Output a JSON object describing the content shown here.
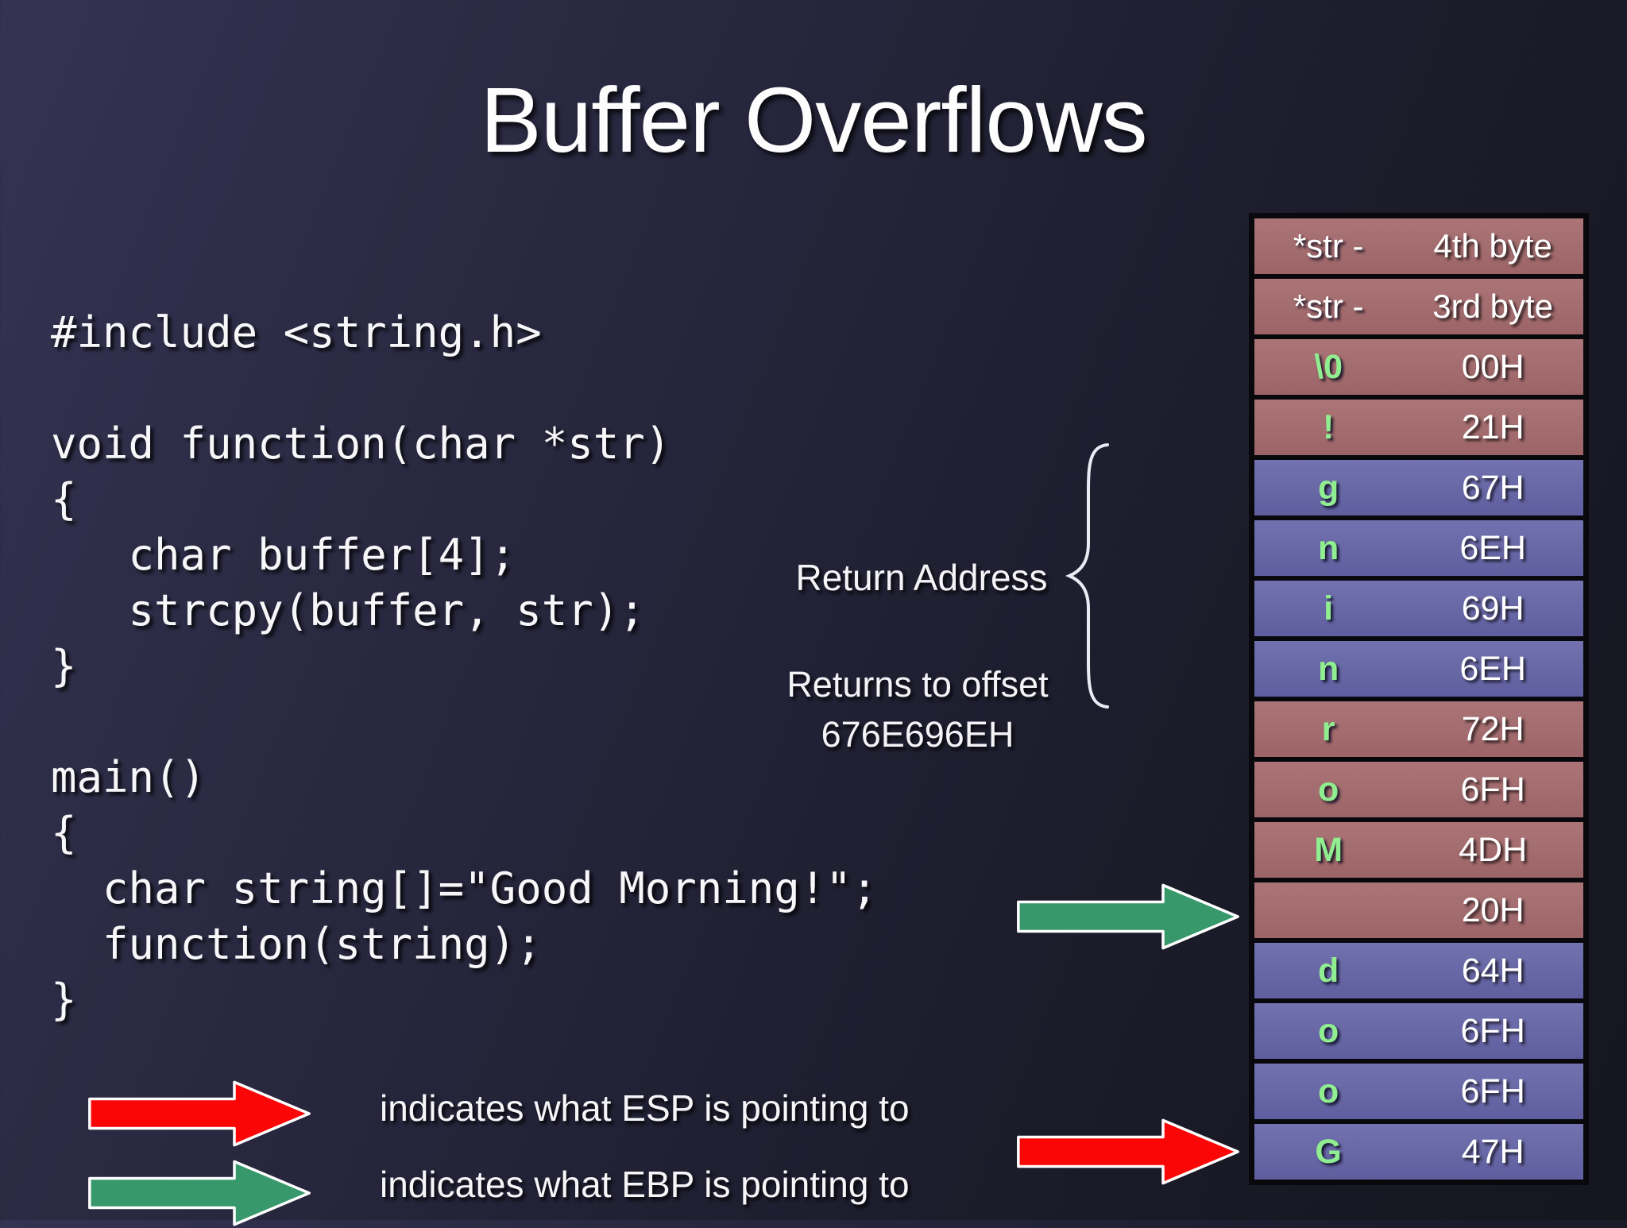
{
  "slide": {
    "title": "Buffer Overflows"
  },
  "code": {
    "text": "#include <string.h>\n\nvoid function(char *str)\n{\n   char buffer[4];\n   strcpy(buffer, str);\n}\n\nmain()\n{\n  char string[]=\"Good Morning!\";\n  function(string);\n}"
  },
  "annotations": {
    "return_address_label": "Return Address",
    "returns_offset_line1": "Returns to offset",
    "returns_offset_line2": "676E696EH"
  },
  "legend": {
    "esp": {
      "label": "indicates what ESP is pointing to",
      "color": "#fb0606"
    },
    "ebp": {
      "label": "indicates what EBP is pointing to",
      "color": "#37996b"
    }
  },
  "memory": {
    "rows": [
      {
        "left": "*str -",
        "right": "4th byte",
        "fill": "red"
      },
      {
        "left": "*str -",
        "right": "3rd byte",
        "fill": "red"
      },
      {
        "left": "\\0",
        "right": "00H",
        "fill": "red"
      },
      {
        "left": "!",
        "right": "21H",
        "fill": "red"
      },
      {
        "left": "g",
        "right": "67H",
        "fill": "blue"
      },
      {
        "left": "n",
        "right": "6EH",
        "fill": "blue"
      },
      {
        "left": "i",
        "right": "69H",
        "fill": "blue"
      },
      {
        "left": "n",
        "right": "6EH",
        "fill": "blue"
      },
      {
        "left": "r",
        "right": "72H",
        "fill": "red"
      },
      {
        "left": "o",
        "right": "6FH",
        "fill": "red"
      },
      {
        "left": "M",
        "right": "4DH",
        "fill": "red"
      },
      {
        "left": "",
        "right": "20H",
        "fill": "red"
      },
      {
        "left": "d",
        "right": "64H",
        "fill": "blue"
      },
      {
        "left": "o",
        "right": "6FH",
        "fill": "blue"
      },
      {
        "left": "o",
        "right": "6FH",
        "fill": "blue"
      },
      {
        "left": "G",
        "right": "47H",
        "fill": "blue"
      }
    ]
  },
  "colors": {
    "background_top_left": "#353352",
    "background_bottom_right": "#16161f",
    "row_red": "#a46e70",
    "row_blue": "#6a69a7",
    "char_green": "#90ee90",
    "esp_arrow": "#fb0606",
    "ebp_arrow": "#37996b"
  }
}
